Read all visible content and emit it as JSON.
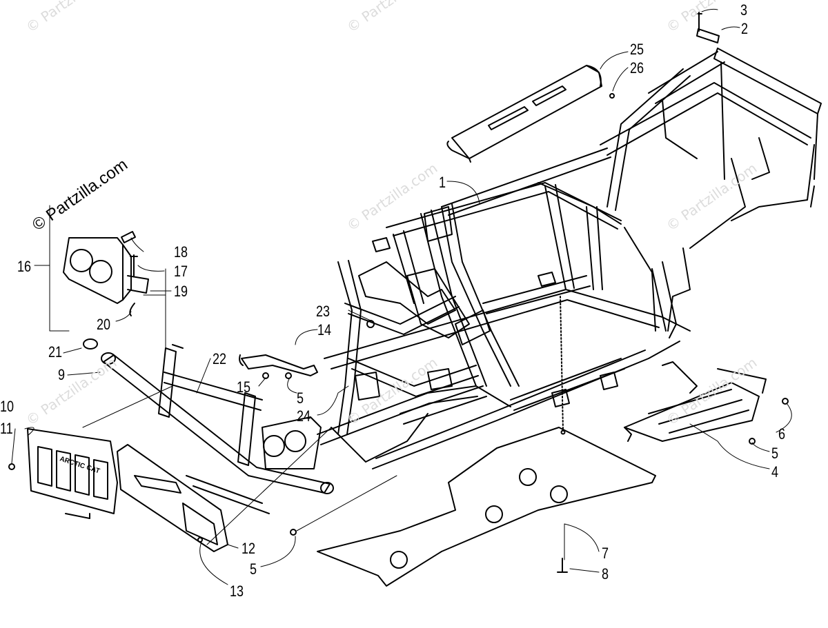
{
  "watermark": {
    "main": "© Partzilla.com",
    "faint": "© Partzilla.com"
  },
  "callouts": [
    "1",
    "2",
    "3",
    "4",
    "5",
    "6",
    "7",
    "8",
    "9",
    "10",
    "11",
    "12",
    "13",
    "14",
    "15",
    "16",
    "17",
    "18",
    "19",
    "20",
    "21",
    "22",
    "23",
    "24",
    "25",
    "26"
  ],
  "grille_brand": "ARCTIC CAT"
}
